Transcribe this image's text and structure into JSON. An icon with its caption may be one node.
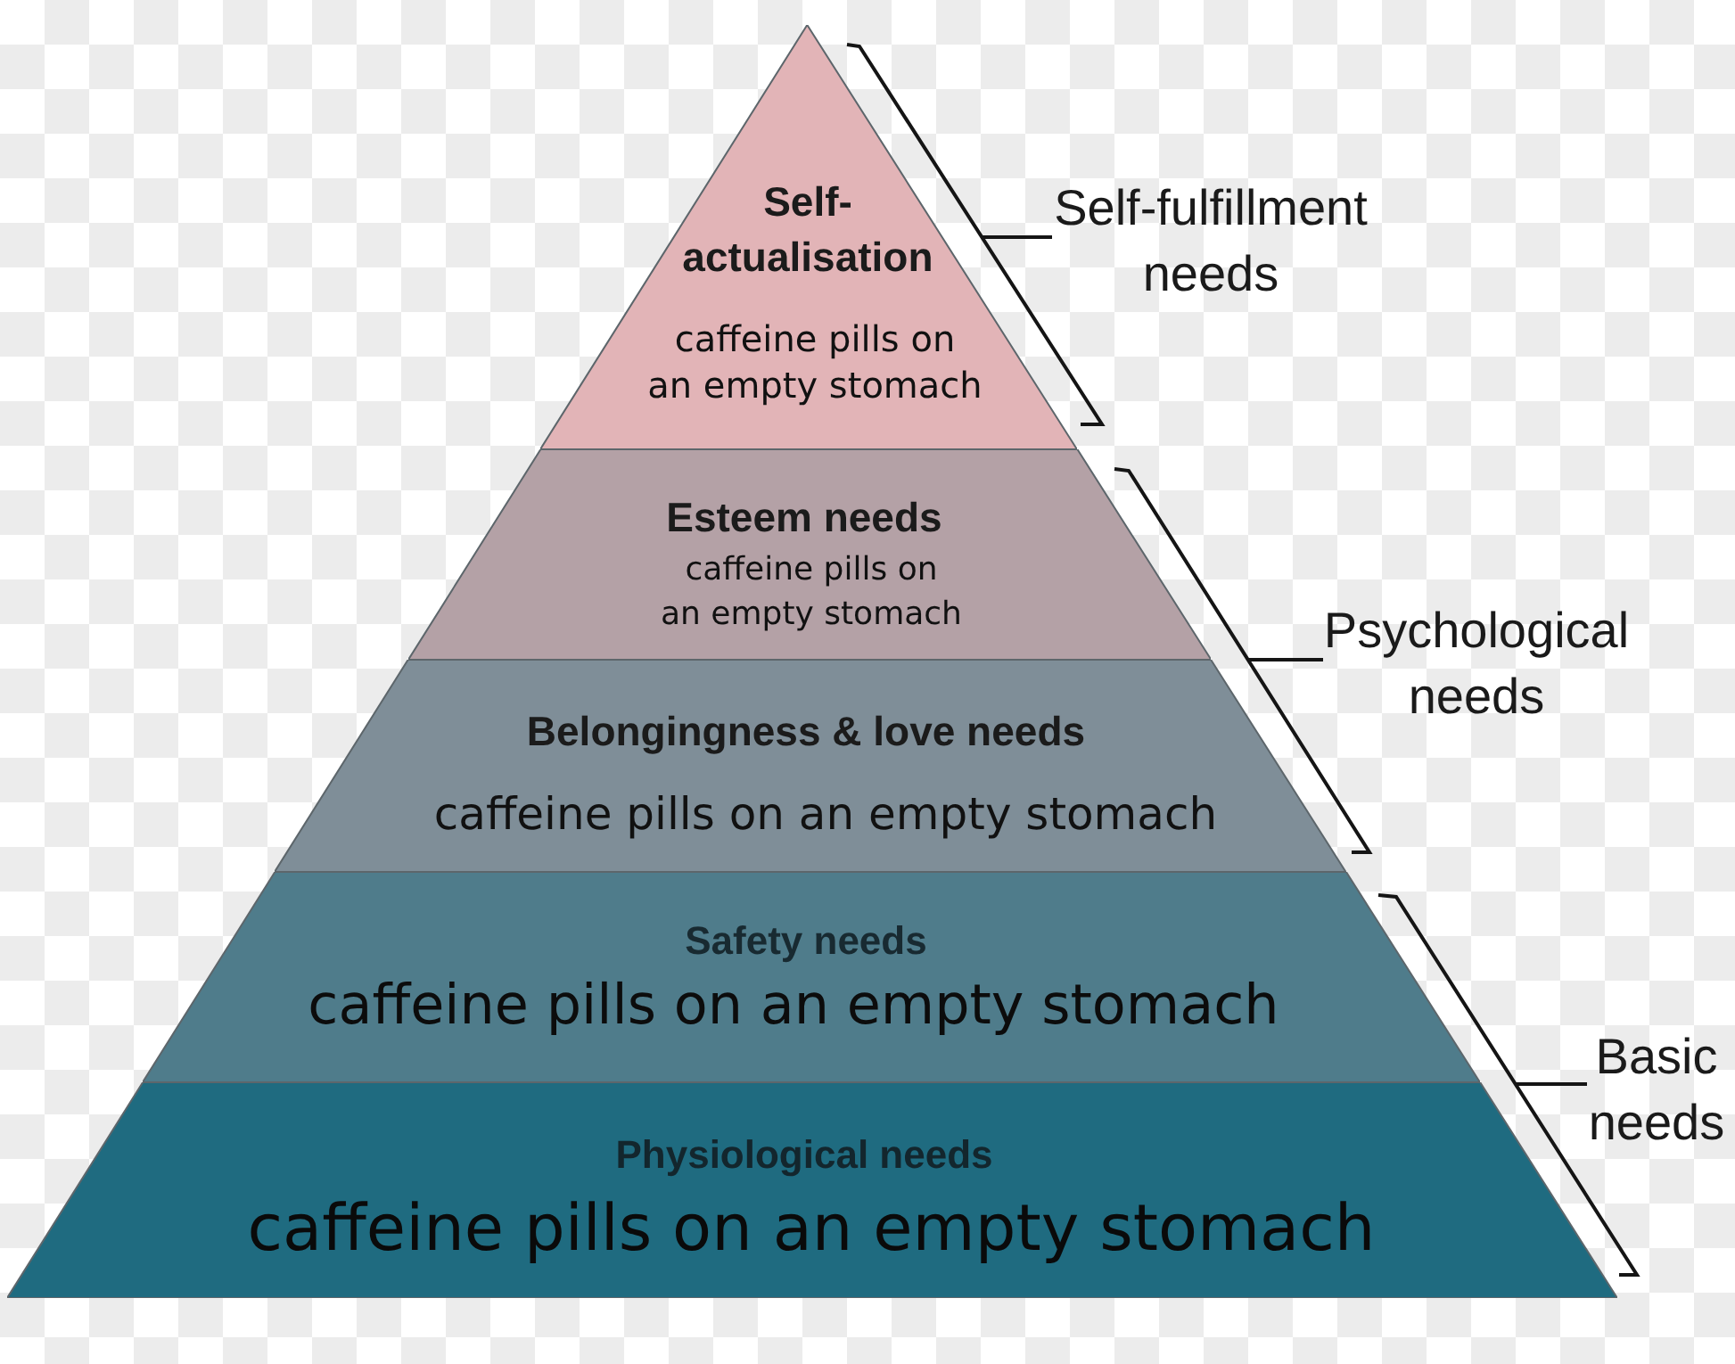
{
  "diagram": {
    "nodes": [
      {
        "text": [
          "Self- actualisation",
          "caffeine pills on an empty stomach"
        ]
      },
      {
        "text": [
          "Esteem needs",
          "caffeine pills on an empty stomach"
        ]
      },
      {
        "text": [
          "Belongingness & love needs",
          "caffeine pills on an empty stomach"
        ]
      },
      {
        "text": [
          "Safety needs",
          "caffeine pills on an empty stomach"
        ]
      },
      {
        "text": [
          "Physiological needs",
          "caffeine pills on an empty stomach"
        ]
      }
    ],
    "labels": [
      "Self-fulfillment needs",
      "Psychological needs",
      "Basic needs"
    ]
  }
}
